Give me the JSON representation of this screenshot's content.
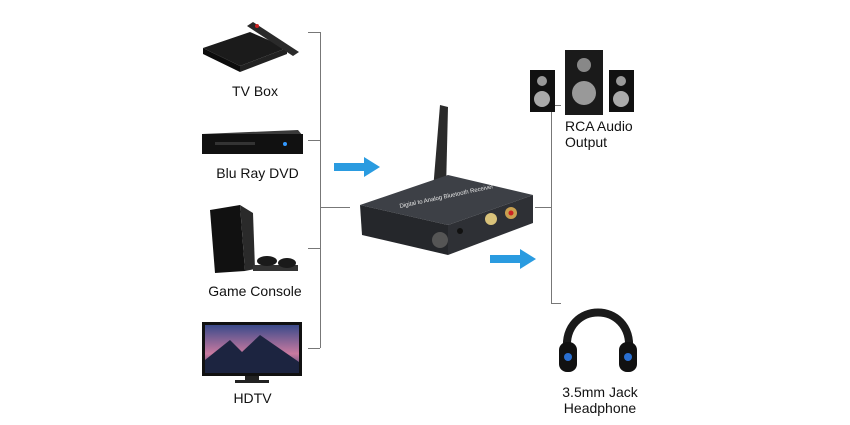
{
  "sources": [
    {
      "label": "TV Box"
    },
    {
      "label": "Blu Ray DVD"
    },
    {
      "label": "Game Console"
    },
    {
      "label": "HDTV"
    }
  ],
  "outputs": [
    {
      "label_line1": "RCA Audio",
      "label_line2": "Output"
    },
    {
      "label_line1": "3.5mm Jack",
      "label_line2": "Headphone"
    }
  ],
  "device": {
    "printed_text": "Digital to Analog Bluetooth Receiver"
  },
  "colors": {
    "arrow": "#2a9be0",
    "device": "#3a3d42",
    "line": "#777777"
  }
}
